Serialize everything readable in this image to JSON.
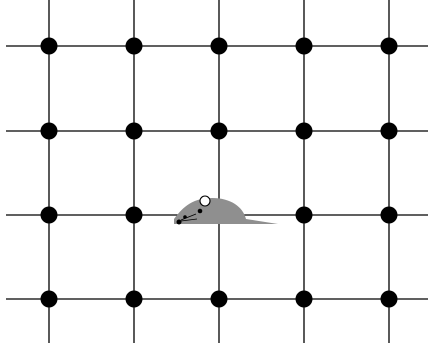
{
  "board": {
    "columns": 5,
    "rows": 4,
    "line_color": "#000000",
    "node_color": "#000000",
    "background_color": "#ffffff"
  },
  "mouse": {
    "icon": "mouse-icon",
    "column_index": 2,
    "row_index": 2,
    "body_color": "#8f8f8f",
    "ear_color": "#ffffff",
    "facing": "left"
  }
}
